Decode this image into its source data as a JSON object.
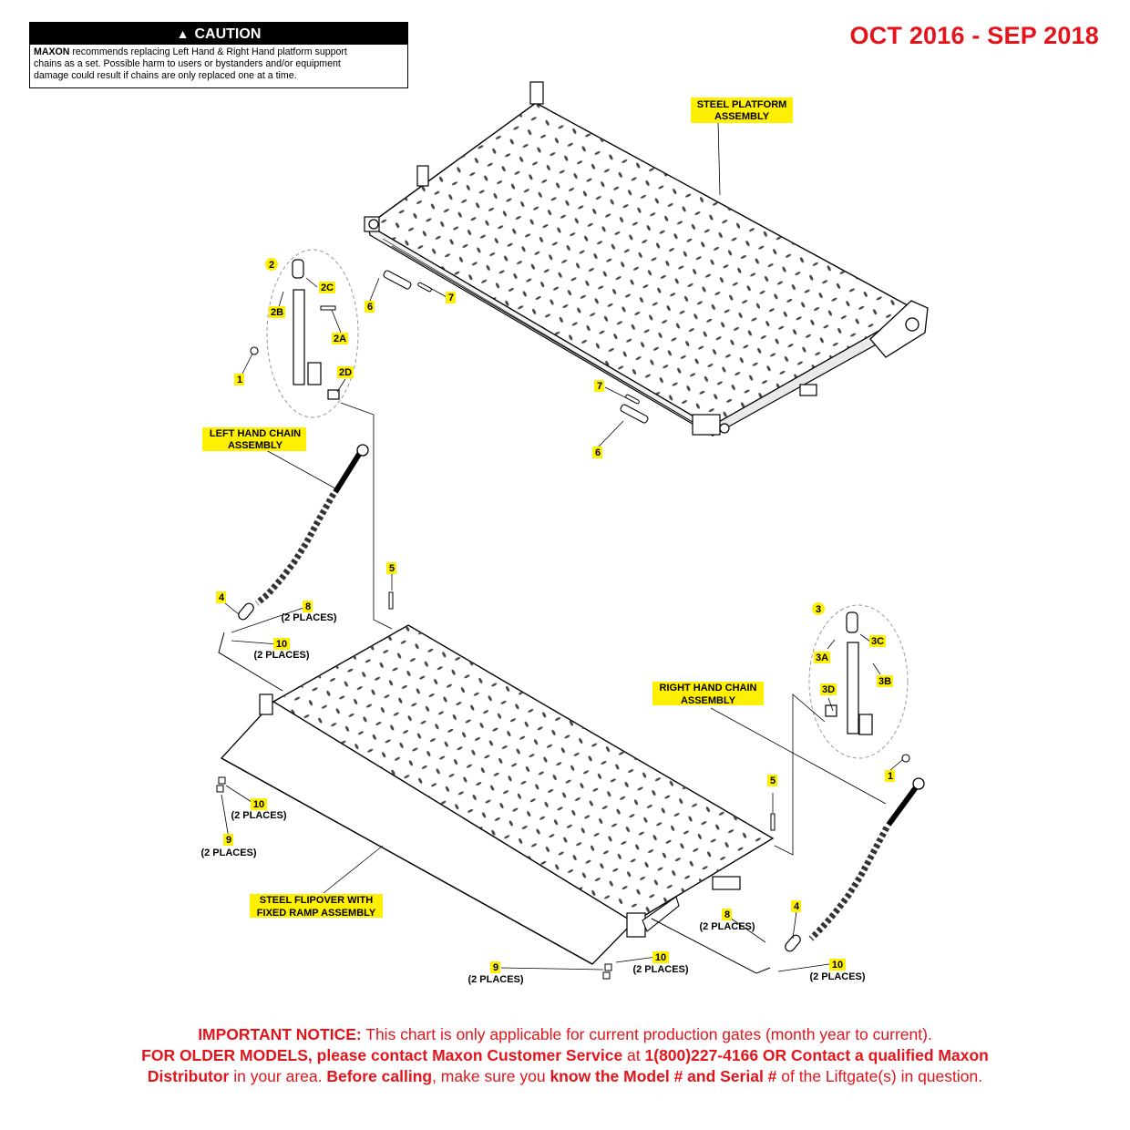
{
  "caution": {
    "title": "CAUTION",
    "brand": "MAXON",
    "line1": " recommends replacing Left Hand & Right Hand platform support",
    "line2": "chains as a set. Possible harm to users or bystanders and/or equipment",
    "line3": "damage could result if chains are only replaced one at a time."
  },
  "date_range": "OCT 2016 - SEP 2018",
  "labels": {
    "steel_platform_1": "STEEL PLATFORM",
    "steel_platform_2": "ASSEMBLY",
    "left_chain_1": "LEFT HAND CHAIN",
    "left_chain_2": "ASSEMBLY",
    "right_chain_1": "RIGHT HAND CHAIN",
    "right_chain_2": "ASSEMBLY",
    "flipover_1": "STEEL FLIPOVER WITH",
    "flipover_2": "FIXED RAMP ASSEMBLY"
  },
  "callouts": {
    "c2": "2",
    "c2c": "2C",
    "c2b": "2B",
    "c2a": "2A",
    "c2d": "2D",
    "c1a": "1",
    "c6a": "6",
    "c7a": "7",
    "c7b": "7",
    "c6b": "6",
    "c5a": "5",
    "c4a": "4",
    "c8a": "8",
    "c10a": "10",
    "c10b": "10",
    "c9a": "9",
    "c3": "3",
    "c3c": "3C",
    "c3a": "3A",
    "c3b": "3B",
    "c3d": "3D",
    "c1b": "1",
    "c5b": "5",
    "c8b": "8",
    "c4b": "4",
    "c9b": "9",
    "c10c": "10",
    "c10d": "10",
    "two_places": "(2 PLACES)"
  },
  "notice": {
    "important_label": "IMPORTANT NOTICE:",
    "important_text": " This chart is only applicable for current production gates (month year to current).",
    "older_label": "FOR OLDER MODELS, please contact Maxon Customer Service",
    "older_at": " at ",
    "phone_or": "1(800)227-4166 OR Contact a qualified Maxon",
    "distributor": "Distributor",
    "in_area": " in your area. ",
    "before_calling": "Before calling",
    "make_sure": ", make sure you ",
    "know_model": "know the Model # and Serial #",
    "of_liftgate": " of the Liftgate(s) in question."
  }
}
